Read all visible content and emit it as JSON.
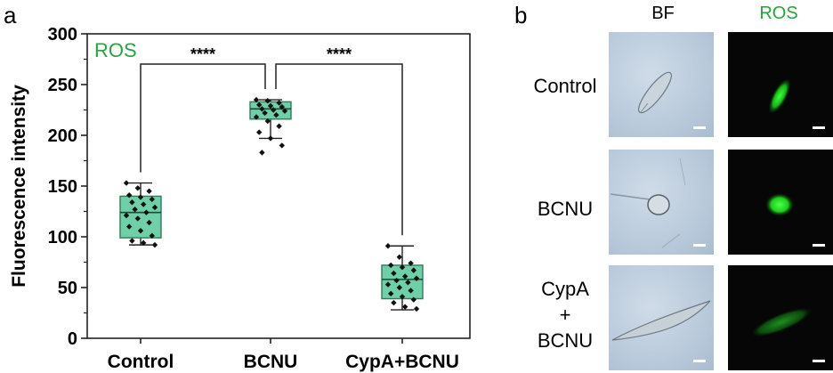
{
  "panel_a": {
    "letter": "a"
  },
  "panel_b": {
    "letter": "b"
  },
  "chart_data": {
    "type": "box",
    "inset_label": "ROS",
    "ylabel": "Fluorescence intensity",
    "xlabel": "",
    "ylim": [
      0,
      300
    ],
    "yticks": [
      0,
      50,
      100,
      150,
      200,
      250,
      300
    ],
    "categories": [
      "Control",
      "BCNU",
      "CypA+BCNU"
    ],
    "boxes": [
      {
        "category": "Control",
        "q1": 99,
        "median": 124,
        "q3": 140,
        "whisker_low": 92,
        "whisker_high": 153,
        "points": [
          153,
          148,
          145,
          141,
          139,
          137,
          134,
          132,
          129,
          127,
          124,
          121,
          118,
          114,
          110,
          106,
          101,
          96,
          94,
          92
        ]
      },
      {
        "category": "BCNU",
        "q1": 216,
        "median": 226,
        "q3": 233,
        "whisker_low": 197,
        "whisker_high": 235,
        "points": [
          235,
          234,
          232,
          230,
          229,
          228,
          226,
          225,
          224,
          222,
          220,
          218,
          214,
          209,
          203,
          197,
          190,
          183
        ]
      },
      {
        "category": "CypA+BCNU",
        "q1": 39,
        "median": 58,
        "q3": 72,
        "whisker_low": 28,
        "whisker_high": 91,
        "points": [
          91,
          80,
          74,
          72,
          70,
          67,
          64,
          61,
          59,
          57,
          55,
          53,
          50,
          47,
          44,
          41,
          38,
          35,
          31,
          29
        ]
      }
    ],
    "significance": [
      {
        "from": "Control",
        "to": "BCNU",
        "label": "****"
      },
      {
        "from": "BCNU",
        "to": "CypA+BCNU",
        "label": "****"
      }
    ],
    "colors": {
      "box_fill": "#6fd0a8",
      "box_edge": "#2f7a5a",
      "inset_label": "#22a83a",
      "points": "#111111"
    }
  },
  "images": {
    "col_bf": "BF",
    "col_ros": "ROS",
    "rows": [
      {
        "label_lines": [
          "Control"
        ],
        "ros_intensity": 0.85
      },
      {
        "label_lines": [
          "BCNU"
        ],
        "ros_intensity": 1.0
      },
      {
        "label_lines": [
          "CypA",
          "+",
          "BCNU"
        ],
        "ros_intensity": 0.35
      }
    ],
    "colors": {
      "ros_header": "#1fa83a",
      "bf_header": "#000000"
    }
  }
}
